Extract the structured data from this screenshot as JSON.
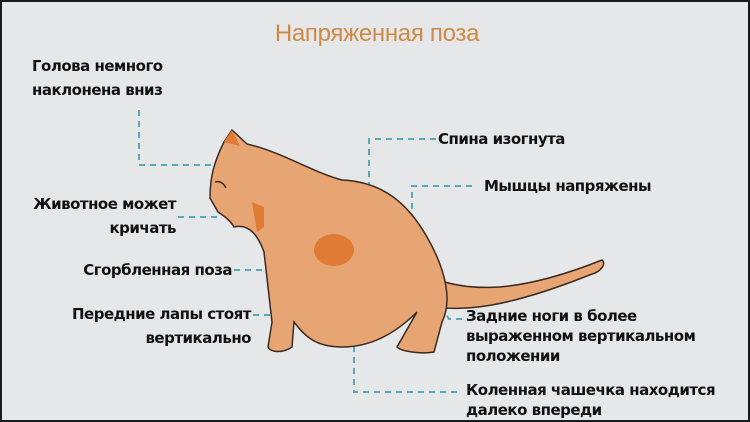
{
  "title": "Напряженная поза",
  "labels": {
    "head": [
      "Голова немного",
      "наклонена вниз"
    ],
    "scream": [
      "Животное может",
      "кричать"
    ],
    "hunched": [
      "Сгорбленная поза"
    ],
    "front_paws": [
      "Передние лапы стоят",
      "вертикально"
    ],
    "back": [
      "Спина изогнута"
    ],
    "muscles": [
      "Мышцы напряжены"
    ],
    "hind_legs": [
      "Задние ноги в более",
      "выраженном вертикальном",
      "положении"
    ],
    "kneecap": [
      "Коленная чашечка находится",
      "далеко впереди"
    ]
  },
  "colors": {
    "title": "#d08a45",
    "cat_body": "#e8a574",
    "cat_accent": "#e07b35",
    "leader_lines": "#5aa9b8",
    "background": "#e6e7e8"
  }
}
